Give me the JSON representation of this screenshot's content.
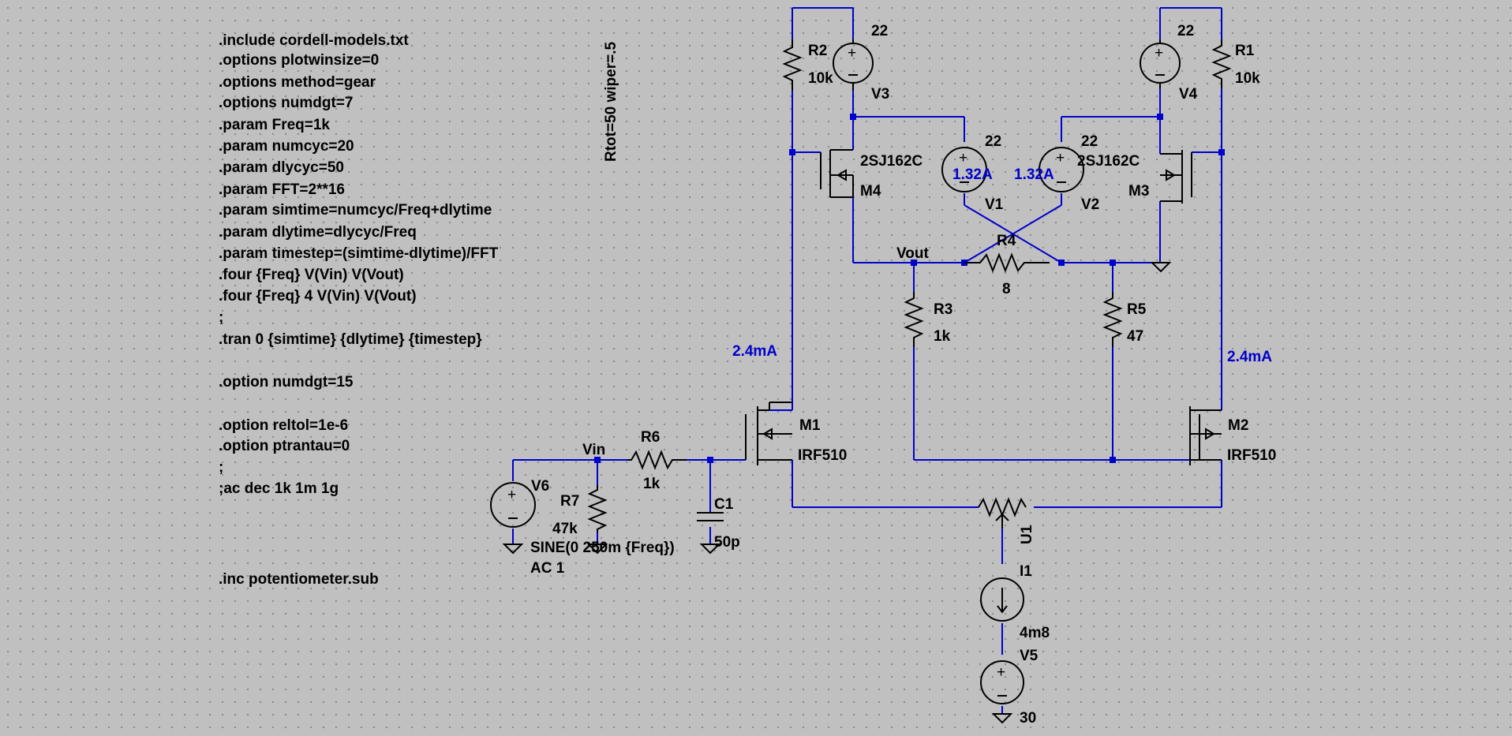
{
  "directives": [
    ".include cordell-models.txt",
    ".options plotwinsize=0",
    ".options method=gear",
    ".options numdgt=7",
    ".param Freq=1k",
    ".param numcyc=20",
    ".param dlycyc=50",
    ".param FFT=2**16",
    ".param simtime=numcyc/Freq+dlytime",
    ".param dlytime=dlycyc/Freq",
    ".param timestep=(simtime-dlytime)/FFT",
    ".four {Freq} V(Vin) V(Vout)",
    ".four {Freq} 4 V(Vin) V(Vout)",
    ";",
    ".tran 0 {simtime} {dlytime} {timestep}",
    ".option numdgt=15",
    ".option reltol=1e-6",
    ".option ptrantau=0",
    ";",
    ";ac dec 1k 1m 1g",
    ".inc potentiometer.sub"
  ],
  "pot_params": "Rtot=50 wiper=.5",
  "components": {
    "R1": {
      "name": "R1",
      "value": "10k"
    },
    "R2": {
      "name": "R2",
      "value": "10k"
    },
    "R3": {
      "name": "R3",
      "value": "1k"
    },
    "R4": {
      "name": "R4",
      "value": "8"
    },
    "R5": {
      "name": "R5",
      "value": "47"
    },
    "R6": {
      "name": "R6",
      "value": "1k"
    },
    "R7": {
      "name": "R7",
      "value": "47k"
    },
    "C1": {
      "name": "C1",
      "value": "50p"
    },
    "V1": {
      "name": "V1",
      "value": "22"
    },
    "V2": {
      "name": "V2",
      "value": "22"
    },
    "V3": {
      "name": "V3",
      "value": "22"
    },
    "V4": {
      "name": "V4",
      "value": "22"
    },
    "V5": {
      "name": "V5",
      "value": "30"
    },
    "V6": {
      "name": "V6",
      "value1": "SINE(0 250m {Freq})",
      "value2": "AC 1"
    },
    "I1": {
      "name": "I1",
      "value": "4m8"
    },
    "M1": {
      "name": "M1",
      "value": "IRF510"
    },
    "M2": {
      "name": "M2",
      "value": "IRF510"
    },
    "M3": {
      "name": "M3",
      "value": "2SJ162C"
    },
    "M4": {
      "name": "M4",
      "value": "2SJ162C"
    },
    "U1": {
      "name": "U1"
    }
  },
  "nets": {
    "vin": "Vin",
    "vout": "Vout"
  },
  "annotations": {
    "i_v1": "1.32A",
    "i_v2": "1.32A",
    "i_m1": "2.4mA",
    "i_m2": "2.4mA"
  },
  "colors": {
    "background": "#c0c0c0",
    "wire": "#0000cc",
    "component": "#000000",
    "annotation": "#0000cc"
  }
}
